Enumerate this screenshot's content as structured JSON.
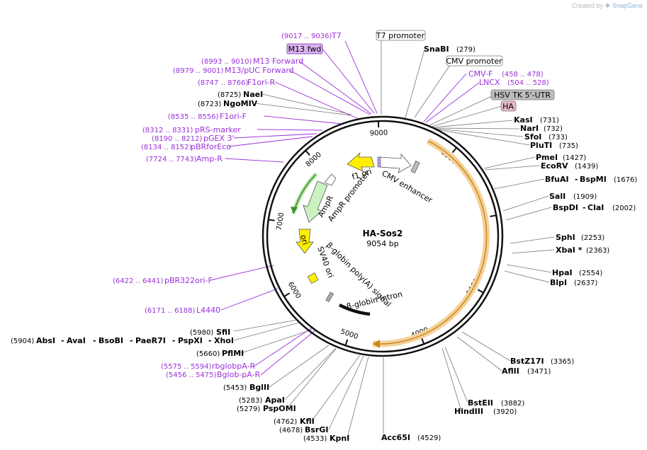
{
  "credit": {
    "prefix": "Created by",
    "brand": "SnapGene"
  },
  "plasmid": {
    "name": "HA-Sos2",
    "length_label": "9054 bp",
    "length": 9054
  },
  "colors": {
    "primer": "#9b30d9",
    "amp": "#4caf50",
    "orange": "#f0b45a",
    "yellow": "#ffee00",
    "ampr_fill": "#c9f2c0"
  },
  "ticks": [
    {
      "label": "1000",
      "bp": 1000
    },
    {
      "label": "2000",
      "bp": 2000
    },
    {
      "label": "3000",
      "bp": 3000
    },
    {
      "label": "4000",
      "bp": 4000
    },
    {
      "label": "5000",
      "bp": 5000
    },
    {
      "label": "6000",
      "bp": 6000
    },
    {
      "label": "7000",
      "bp": 7000
    },
    {
      "label": "8000",
      "bp": 8000
    },
    {
      "label": "9000",
      "bp": 9000
    }
  ],
  "sites_right": [
    {
      "name": "SnaBI",
      "pos": "(279)"
    },
    {
      "name": "KasI",
      "pos": "(731)"
    },
    {
      "name": "NarI",
      "pos": "(732)"
    },
    {
      "name": "SfoI",
      "pos": "(733)"
    },
    {
      "name": "PluTI",
      "pos": "(735)"
    },
    {
      "name": "PmeI",
      "pos": "(1427)"
    },
    {
      "name": "EcoRV",
      "pos": "(1439)"
    },
    {
      "name": "BfuAI",
      "name2": "BspMI",
      "pos": "(1676)"
    },
    {
      "name": "SalI",
      "pos": "(1909)"
    },
    {
      "name": "BspDI",
      "name2": "ClaI",
      "pos": "(2002)"
    },
    {
      "name": "SphI",
      "pos": "(2253)"
    },
    {
      "name": "XbaI *",
      "pos": "(2363)"
    },
    {
      "name": "HpaI",
      "pos": "(2554)"
    },
    {
      "name": "BlpI",
      "pos": "(2637)"
    },
    {
      "name": "BstZ17I",
      "pos": "(3365)"
    },
    {
      "name": "AflII",
      "pos": "(3471)"
    },
    {
      "name": "BstEII",
      "pos": "(3882)"
    },
    {
      "name": "HindIII",
      "pos": "(3920)"
    },
    {
      "name": "Acc65I",
      "pos": "(4529)"
    }
  ],
  "sites_left": [
    {
      "name": "NaeI",
      "pos": "(8725)"
    },
    {
      "name": "NgoMIV",
      "pos": "(8723)"
    },
    {
      "name": "SfiI",
      "pos": "(5980)"
    },
    {
      "name": "AbsI",
      "name2": "AvaI",
      "name3": "BsoBI",
      "name4": "PaeR7I",
      "name5": "PspXI",
      "name6": "XhoI",
      "pos": "(5904)"
    },
    {
      "name": "PflMI",
      "pos": "(5660)"
    },
    {
      "name": "BglII",
      "pos": "(5453)"
    },
    {
      "name": "ApaI",
      "pos": "(5283)"
    },
    {
      "name": "PspOMI",
      "pos": "(5279)"
    },
    {
      "name": "KflI",
      "pos": "(4762)"
    },
    {
      "name": "BsrGI",
      "pos": "(4678)"
    },
    {
      "name": "KpnI",
      "pos": "(4533)"
    }
  ],
  "primers": [
    {
      "name": "T7",
      "pos": "(9017 .. 9036)"
    },
    {
      "name": "M13 fwd",
      "pos": ""
    },
    {
      "name": "M13 Forward",
      "pos": "(8993 .. 9010)"
    },
    {
      "name": "M13/pUC Forward",
      "pos": "(8979 .. 9001)"
    },
    {
      "name": "F1ori-R",
      "pos": "(8747 .. 8766)"
    },
    {
      "name": "F1ori-F",
      "pos": "(8535 .. 8556)"
    },
    {
      "name": "pRS-marker",
      "pos": "(8312 .. 8331)"
    },
    {
      "name": "pGEX 3'",
      "pos": "(8190 .. 8212)"
    },
    {
      "name": "pBRforEco",
      "pos": "(8134 .. 8152)"
    },
    {
      "name": "Amp-R",
      "pos": "(7724 .. 7743)"
    },
    {
      "name": "pBR322ori-F",
      "pos": "(6422 .. 6441)"
    },
    {
      "name": "L4440",
      "pos": "(6171 .. 6188)"
    },
    {
      "name": "rbglobpA-R",
      "pos": "(5575 .. 5594)"
    },
    {
      "name": "Bglob-pA-R",
      "pos": "(5456 .. 5475)"
    },
    {
      "name": "CMV-F",
      "pos": "(458 .. 478)"
    },
    {
      "name": "LNCX",
      "pos": "(504 .. 528)"
    }
  ],
  "boxed": [
    {
      "name": "T7 promoter"
    },
    {
      "name": "CMV promoter"
    },
    {
      "name": "HSV TK 5'-UTR"
    },
    {
      "name": "HA"
    }
  ],
  "features": [
    {
      "name": "f1 ori"
    },
    {
      "name": "CMV enhancer"
    },
    {
      "name": "AmpR"
    },
    {
      "name": "AmpR promoter"
    },
    {
      "name": "ori"
    },
    {
      "name": "β-globin poly(A) signal"
    },
    {
      "name": "SV40 ori"
    },
    {
      "name": "β-globin intron"
    }
  ]
}
